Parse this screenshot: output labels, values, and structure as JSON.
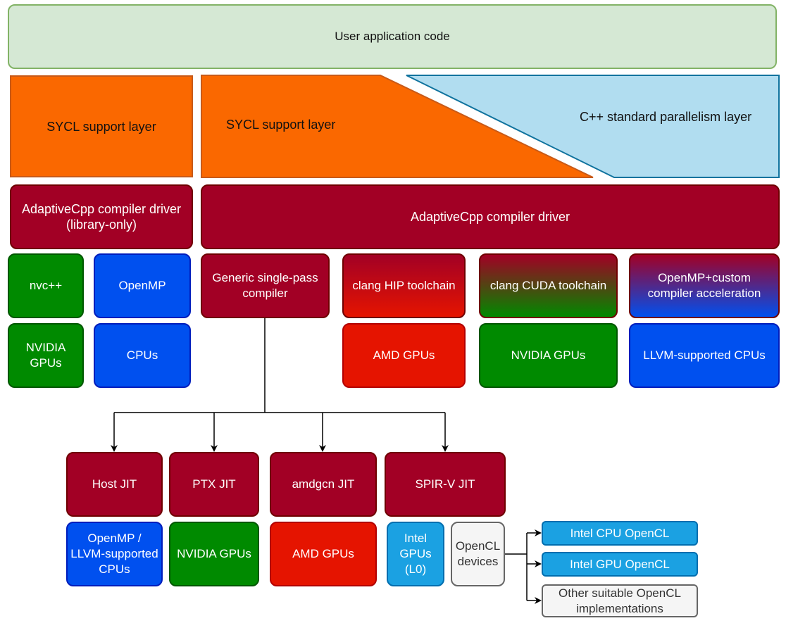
{
  "user_app": "User application code",
  "sycl_left": "SYCL support layer",
  "sycl_right": "SYCL support layer",
  "stdpar": "C++ standard parallelism layer",
  "driver_left": "AdaptiveCpp compiler driver\n(library-only)",
  "driver_main": "AdaptiveCpp compiler driver",
  "nvcpp": "nvc++",
  "openmp": "OpenMP",
  "nvidia_gpus_left": "NVIDIA\nGPUs",
  "cpus_left": "CPUs",
  "generic_sscp": "Generic single-pass\ncompiler",
  "clang_hip": "clang HIP toolchain",
  "clang_cuda": "clang CUDA toolchain",
  "omp_accel": "OpenMP+custom\ncompiler acceleration",
  "amd_gpus_top": "AMD GPUs",
  "nvidia_gpus_top": "NVIDIA GPUs",
  "llvm_cpus_top": "LLVM-supported CPUs",
  "host_jit": "Host JIT",
  "ptx_jit": "PTX JIT",
  "amdgcn_jit": "amdgcn JIT",
  "spirv_jit": "SPIR-V JIT",
  "openmp_llvm_cpus": "OpenMP /\nLLVM-supported\nCPUs",
  "nvidia_gpus_bottom": "NVIDIA GPUs",
  "amd_gpus_bottom": "AMD GPUs",
  "intel_gpus_l0": "Intel\nGPUs\n(L0)",
  "opencl_devices": "OpenCL\ndevices",
  "intel_cpu_opencl": "Intel CPU OpenCL",
  "intel_gpu_opencl": "Intel GPU OpenCL",
  "other_opencl": "Other suitable OpenCL\nimplementations",
  "colors": {
    "sycl_orange": "#fa6800",
    "stdpar_blue": "#b1ddf0",
    "driver_maroon": "#a20025",
    "nvidia_green": "#008a00",
    "cpu_blue": "#0050ef",
    "amd_red": "#e51400",
    "intel_cyan": "#1ba1e2",
    "neutral_grey": "#f5f5f5"
  }
}
